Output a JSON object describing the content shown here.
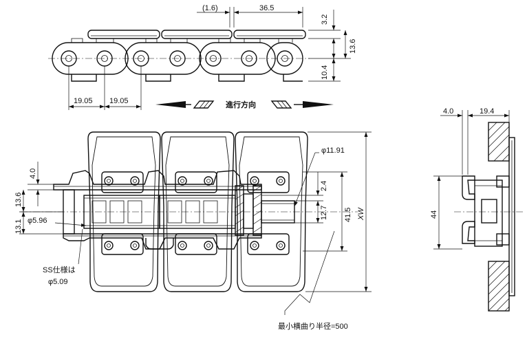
{
  "dimensions": {
    "top_gap": "(1.6)",
    "top_width": "36.5",
    "top_r1": "3.2",
    "top_r2": "13.6",
    "top_r3": "10.4",
    "pitch_a": "19.05",
    "pitch_b": "19.05",
    "hole": "φ11.91",
    "d_24": "2.4",
    "d_127": "12.7",
    "d_415": "41.5",
    "d_xw": "XW",
    "d_40": "4.0",
    "d_136": "13.6",
    "d_131": "13.1",
    "pin": "φ5.96",
    "ss_line1": "SS仕様は",
    "ss_line2": "φ5.09",
    "side_40": "4.0",
    "side_194": "19.4",
    "side_44": "44"
  },
  "labels": {
    "direction": "進行方向",
    "min_radius": "最小横曲り半径=500"
  }
}
